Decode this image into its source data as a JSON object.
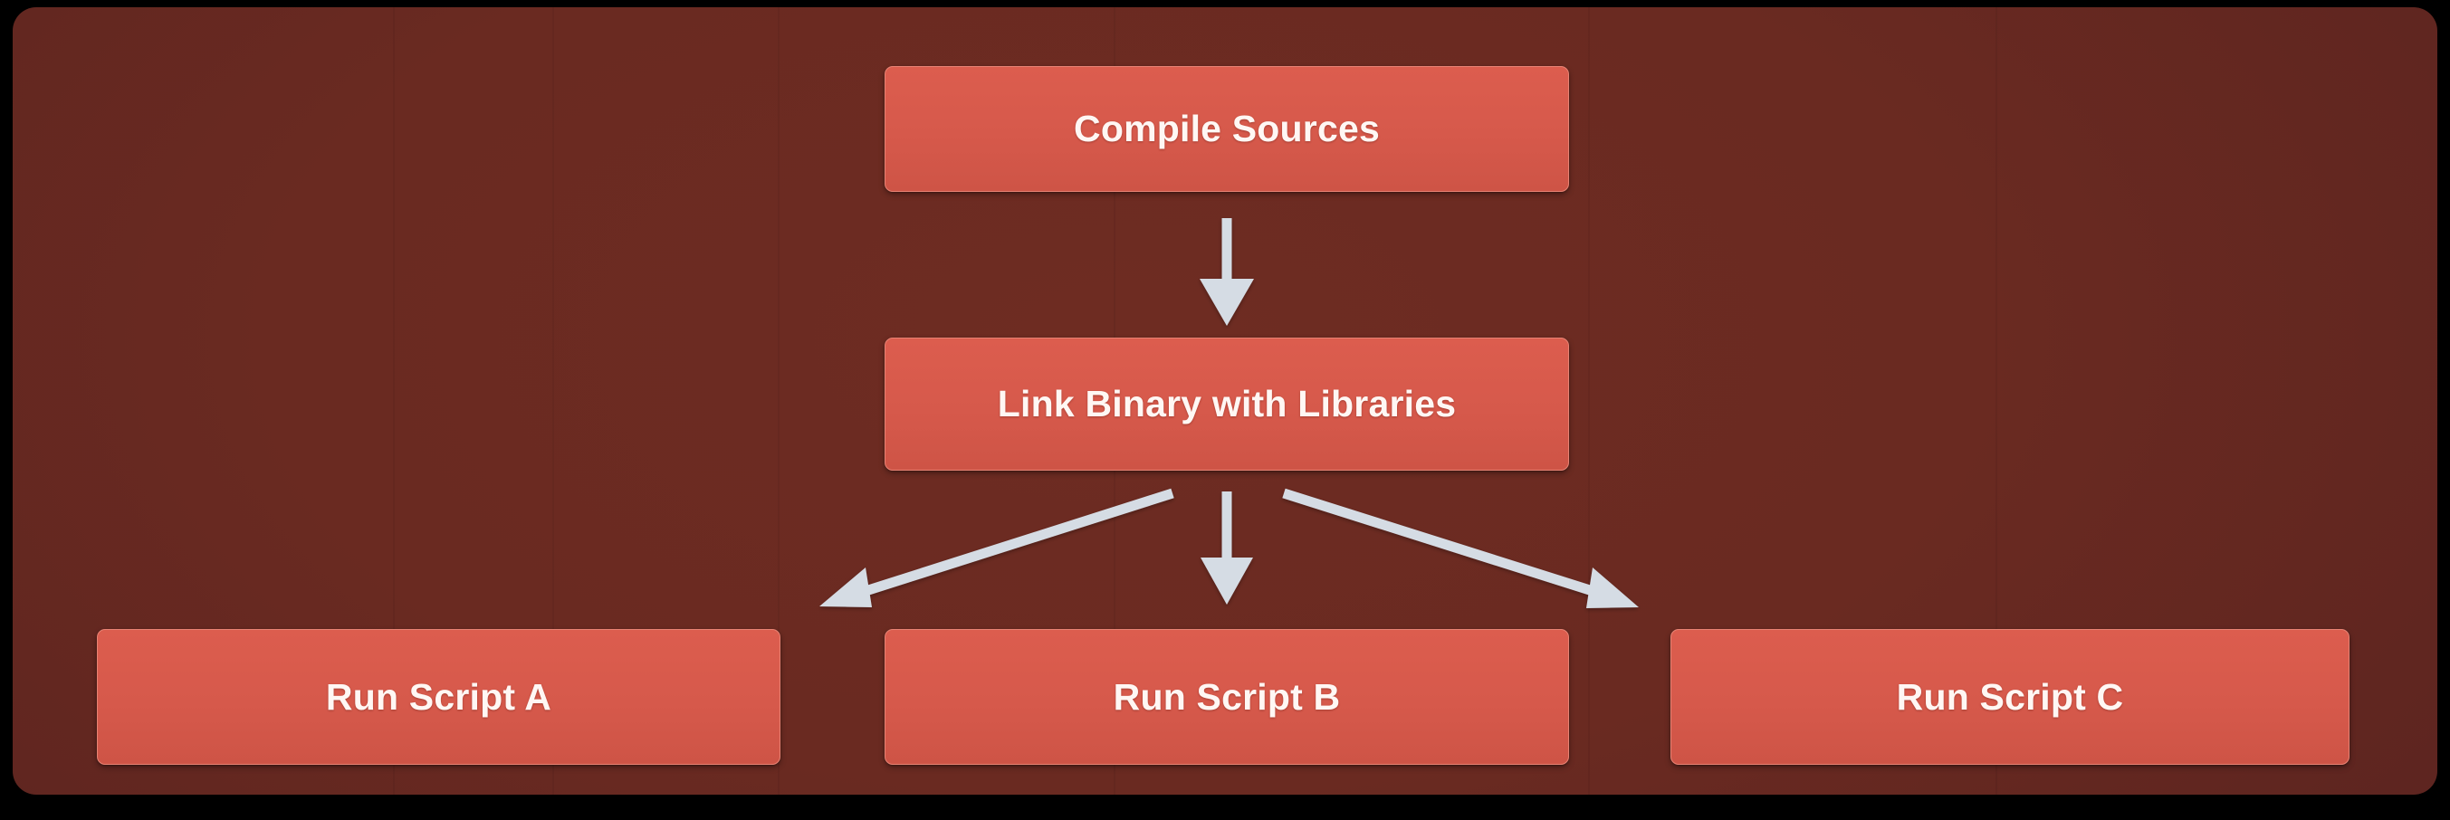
{
  "diagram": {
    "type": "flowchart",
    "direction": "top-down",
    "canvas": {
      "background_color": "#6B2A21",
      "page_background_color": "#000000"
    },
    "theme": {
      "node_fill": "#D6594B",
      "node_border": "#E88374",
      "node_text_color": "#FFF7F4",
      "edge_color": "#D5DCE4"
    },
    "nodes": [
      {
        "id": "compile-sources",
        "label": "Compile Sources"
      },
      {
        "id": "link-binary",
        "label": "Link Binary with Libraries"
      },
      {
        "id": "run-script-a",
        "label": "Run Script A"
      },
      {
        "id": "run-script-b",
        "label": "Run Script B"
      },
      {
        "id": "run-script-c",
        "label": "Run Script C"
      }
    ],
    "edges": [
      {
        "id": "edge-compile-to-link",
        "from": "compile-sources",
        "to": "link-binary",
        "style": "arrow-down"
      },
      {
        "id": "edge-link-to-script-a",
        "from": "link-binary",
        "to": "run-script-a",
        "style": "arrow-diagonal-left"
      },
      {
        "id": "edge-link-to-script-b",
        "from": "link-binary",
        "to": "run-script-b",
        "style": "arrow-down"
      },
      {
        "id": "edge-link-to-script-c",
        "from": "link-binary",
        "to": "run-script-c",
        "style": "arrow-diagonal-right"
      }
    ]
  }
}
